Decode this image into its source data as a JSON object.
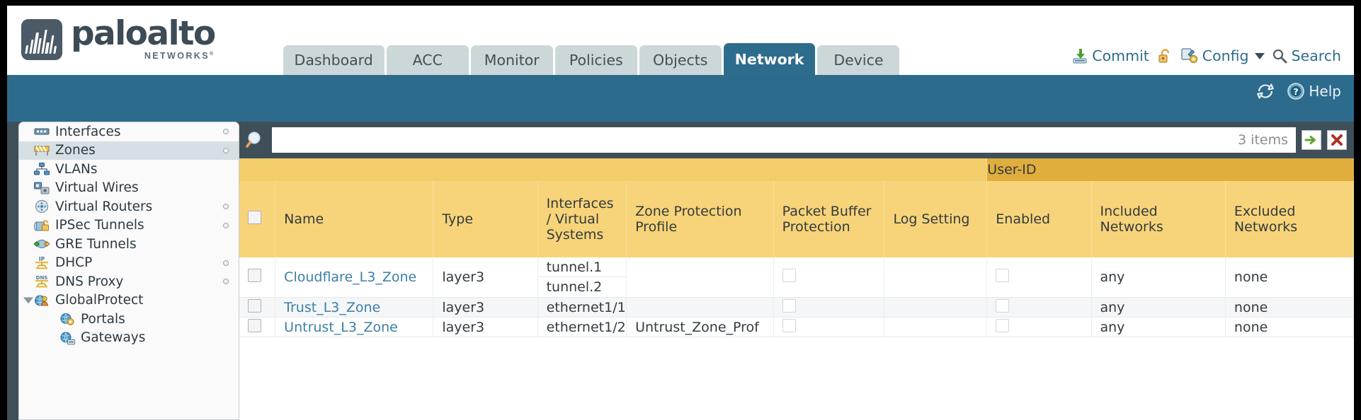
{
  "brand": {
    "name": "paloalto",
    "sub": "NETWORKS",
    "sup": "®"
  },
  "tabs": [
    {
      "label": "Dashboard",
      "active": false
    },
    {
      "label": "ACC",
      "active": false
    },
    {
      "label": "Monitor",
      "active": false
    },
    {
      "label": "Policies",
      "active": false
    },
    {
      "label": "Objects",
      "active": false
    },
    {
      "label": "Network",
      "active": true
    },
    {
      "label": "Device",
      "active": false
    }
  ],
  "top_actions": {
    "commit": "Commit",
    "lock": "lock-icon",
    "config": "Config",
    "search": "Search"
  },
  "blue_bar": {
    "refresh": "refresh-icon",
    "help": "Help"
  },
  "sidebar": {
    "items": [
      {
        "label": "Interfaces",
        "icon": "interfaces-icon",
        "active": false,
        "dot": true,
        "indent": false,
        "expander": false
      },
      {
        "label": "Zones",
        "icon": "zones-icon",
        "active": true,
        "dot": true,
        "indent": false,
        "expander": false
      },
      {
        "label": "VLANs",
        "icon": "vlans-icon",
        "active": false,
        "dot": false,
        "indent": false,
        "expander": false
      },
      {
        "label": "Virtual Wires",
        "icon": "virtual-wires-icon",
        "active": false,
        "dot": false,
        "indent": false,
        "expander": false
      },
      {
        "label": "Virtual Routers",
        "icon": "virtual-routers-icon",
        "active": false,
        "dot": true,
        "indent": false,
        "expander": false
      },
      {
        "label": "IPSec Tunnels",
        "icon": "ipsec-tunnels-icon",
        "active": false,
        "dot": true,
        "indent": false,
        "expander": false
      },
      {
        "label": "GRE Tunnels",
        "icon": "gre-tunnels-icon",
        "active": false,
        "dot": false,
        "indent": false,
        "expander": false
      },
      {
        "label": "DHCP",
        "icon": "dhcp-icon",
        "active": false,
        "dot": true,
        "indent": false,
        "expander": false
      },
      {
        "label": "DNS Proxy",
        "icon": "dns-proxy-icon",
        "active": false,
        "dot": true,
        "indent": false,
        "expander": false
      },
      {
        "label": "GlobalProtect",
        "icon": "globalprotect-icon",
        "active": false,
        "dot": false,
        "indent": false,
        "expander": true
      },
      {
        "label": "Portals",
        "icon": "portals-icon",
        "active": false,
        "dot": false,
        "indent": true,
        "expander": false
      },
      {
        "label": "Gateways",
        "icon": "gateways-icon",
        "active": false,
        "dot": false,
        "indent": true,
        "expander": false
      }
    ]
  },
  "filter": {
    "value": "",
    "placeholder": "",
    "item_count": "3 items",
    "apply_icon": "apply-filter-arrow-icon",
    "clear_icon": "clear-filter-x-icon",
    "search_icon": "search-icon"
  },
  "table": {
    "group_header": "User-ID",
    "columns": [
      "Name",
      "Type",
      "Interfaces / Virtual Systems",
      "Zone Protection Profile",
      "Packet Buffer Protection",
      "Log Setting",
      "Enabled",
      "Included Networks",
      "Excluded Networks"
    ],
    "rows": [
      {
        "selected": false,
        "name": "Cloudflare_L3_Zone",
        "type": "layer3",
        "interfaces": [
          "tunnel.1",
          "tunnel.2"
        ],
        "zone_protection_profile": "",
        "packet_buffer_protection": false,
        "log_setting": "",
        "userid_enabled": false,
        "included_networks": "any",
        "excluded_networks": "none"
      },
      {
        "selected": false,
        "name": "Trust_L3_Zone",
        "type": "layer3",
        "interfaces": [
          "ethernet1/1"
        ],
        "zone_protection_profile": "",
        "packet_buffer_protection": false,
        "log_setting": "",
        "userid_enabled": false,
        "included_networks": "any",
        "excluded_networks": "none"
      },
      {
        "selected": false,
        "name": "Untrust_L3_Zone",
        "type": "layer3",
        "interfaces": [
          "ethernet1/2"
        ],
        "zone_protection_profile": "Untrust_Zone_Prof",
        "packet_buffer_protection": false,
        "log_setting": "",
        "userid_enabled": false,
        "included_networks": "any",
        "excluded_networks": "none"
      }
    ]
  },
  "colors": {
    "nav_active": "#2e6c8e",
    "blue_band": "#2d6b8d",
    "table_header": "#f7d479",
    "group_header": "#dfae3d",
    "link": "#3b7fa8",
    "body_bg": "#3f4f5a"
  }
}
